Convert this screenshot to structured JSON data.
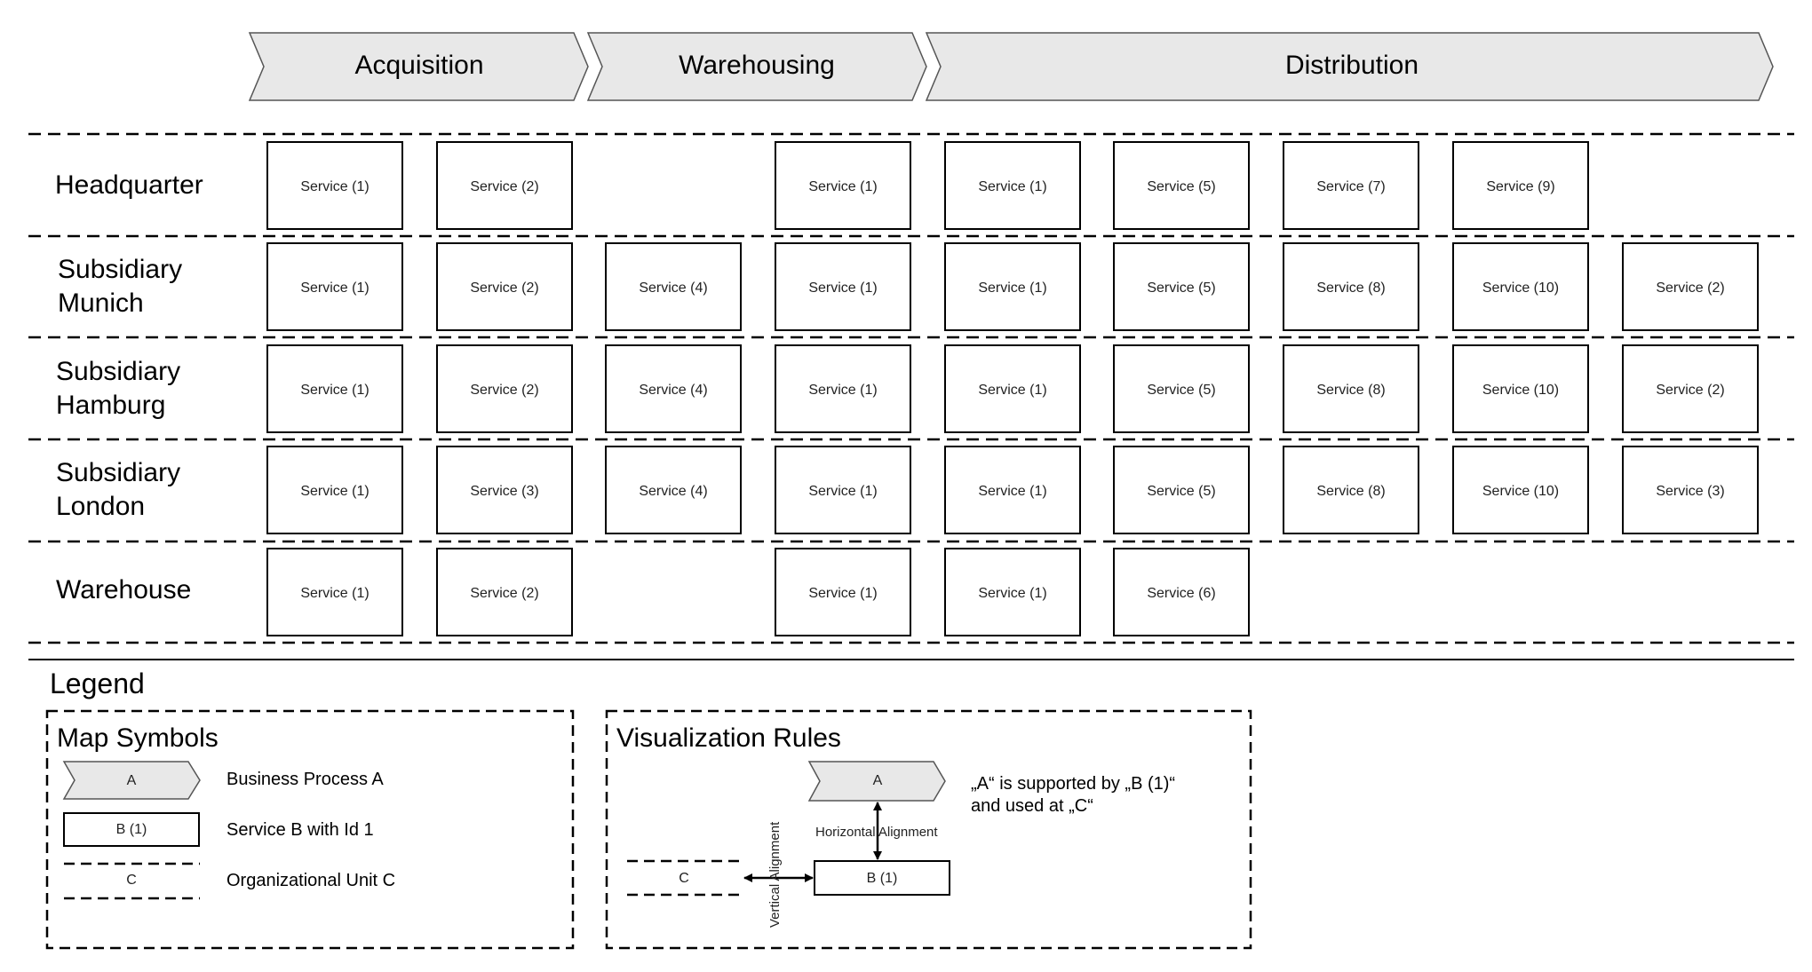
{
  "processes": [
    {
      "label": "Acquisition"
    },
    {
      "label": "Warehousing"
    },
    {
      "label": "Distribution"
    }
  ],
  "units": [
    {
      "lines": [
        "Headquarter"
      ]
    },
    {
      "lines": [
        "Subsidiary",
        "Munich"
      ]
    },
    {
      "lines": [
        "Subsidiary",
        "Hamburg"
      ]
    },
    {
      "lines": [
        "Subsidiary",
        "London"
      ]
    },
    {
      "lines": [
        "Warehouse"
      ]
    }
  ],
  "services": [
    [
      "Service (1)",
      "Service (2)",
      null,
      "Service (1)",
      "Service (1)",
      "Service (5)",
      "Service (7)",
      "Service (9)",
      null
    ],
    [
      "Service (1)",
      "Service (2)",
      "Service (4)",
      "Service (1)",
      "Service (1)",
      "Service (5)",
      "Service (8)",
      "Service (10)",
      "Service (2)"
    ],
    [
      "Service (1)",
      "Service (2)",
      "Service (4)",
      "Service (1)",
      "Service (1)",
      "Service (5)",
      "Service (8)",
      "Service (10)",
      "Service (2)"
    ],
    [
      "Service (1)",
      "Service (3)",
      "Service (4)",
      "Service (1)",
      "Service (1)",
      "Service (5)",
      "Service (8)",
      "Service (10)",
      "Service (3)"
    ],
    [
      "Service (1)",
      "Service (2)",
      null,
      "Service (1)",
      "Service (1)",
      "Service (6)",
      null,
      null,
      null
    ]
  ],
  "legend": {
    "title": "Legend",
    "map_symbols": {
      "title": "Map Symbols",
      "process_symbol": "A",
      "process_desc": "Business Process A",
      "service_symbol": "B (1)",
      "service_desc": "Service B with Id 1",
      "unit_symbol": "C",
      "unit_desc": "Organizational Unit C"
    },
    "visualization_rules": {
      "title": "Visualization Rules",
      "process_symbol": "A",
      "service_symbol": "B (1)",
      "unit_symbol": "C",
      "horizontal_label": "Horizontal  Alignment",
      "vertical_label": "Vertical Alignment",
      "rule_line1": "„A“ is supported by „B (1)“",
      "rule_line2": "and used at „C“"
    }
  },
  "colors": {
    "chevron_fill": "#e8e8e8",
    "stroke": "#000000",
    "background": "#ffffff"
  }
}
